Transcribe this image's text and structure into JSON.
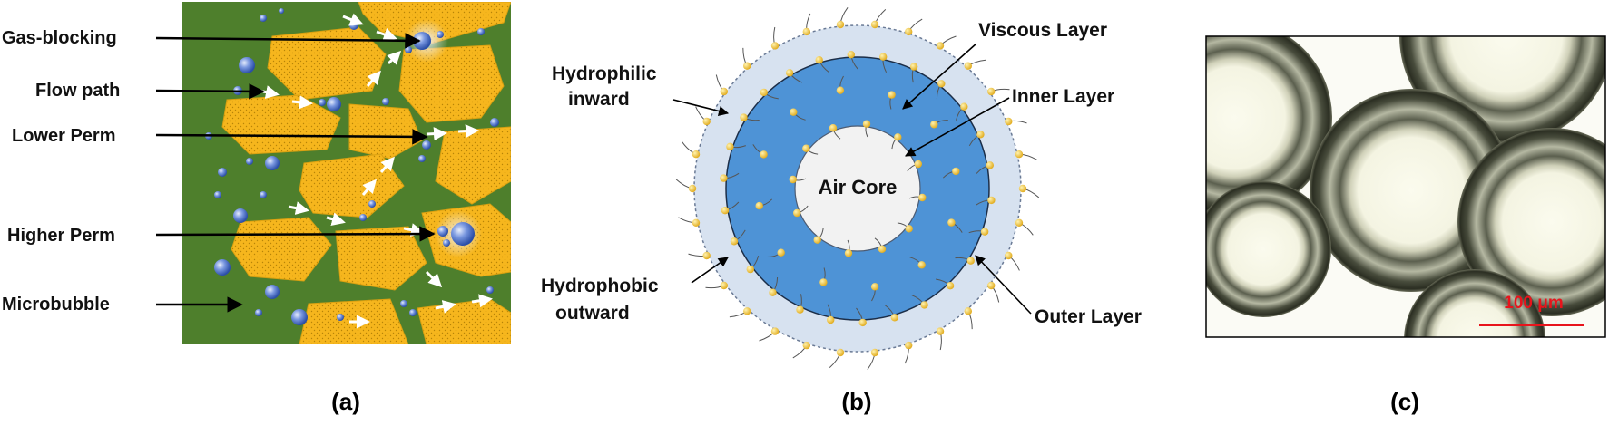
{
  "panel_a": {
    "labels": {
      "gas_blocking": "Gas-blocking",
      "flow_path": "Flow path",
      "lower_perm": "Lower Perm",
      "higher_perm": "Higher Perm",
      "microbubble": "Microbubble"
    },
    "caption": "(a)"
  },
  "panel_b": {
    "labels": {
      "hydrophilic_1": "Hydrophilic",
      "hydrophilic_2": "inward",
      "hydrophobic_1": "Hydrophobic",
      "hydrophobic_2": "outward",
      "viscous_layer": "Viscous Layer",
      "inner_layer": "Inner Layer",
      "air_core": "Air Core",
      "outer_layer": "Outer Layer"
    },
    "caption": "(b)"
  },
  "panel_c": {
    "scale_bar": "100 μm",
    "caption": "(c)"
  },
  "colors": {
    "rock": "#f6b61d",
    "matrix": "#4e7f2c",
    "bubble": "#4a6fc4",
    "outer_layer": "#d7e2f0",
    "viscous_layer": "#4e93d6",
    "air_core": "#f2f2f2",
    "surfactant_head": "#f2c436",
    "scale": "#e8141c"
  }
}
